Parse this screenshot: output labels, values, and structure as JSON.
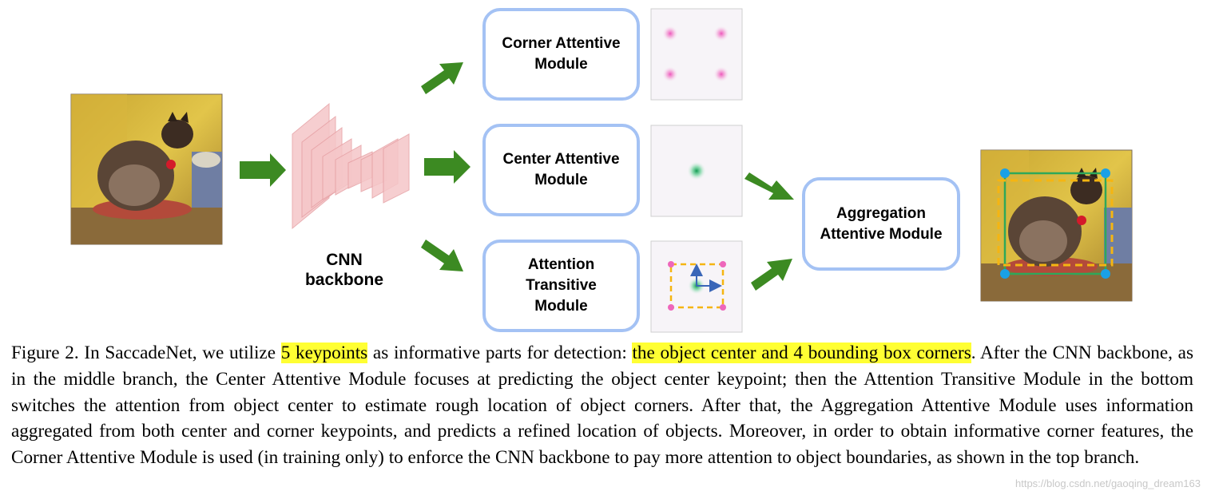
{
  "diagram": {
    "cnn_label": "CNN\nbackbone",
    "modules": {
      "corner": "Corner Attentive\nModule",
      "center": "Center Attentive\nModule",
      "transitive": "Attention\nTransitive\nModule",
      "aggregation": "Aggregation\nAttentive Module"
    },
    "colors": {
      "arrow": "#3c8a22",
      "box_border": "#a4c2f4",
      "corner_dot": "#ee66bb",
      "center_dot": "#16a858",
      "dashed_box": "#f5b512",
      "gt_box": "#2ea85a",
      "pred_corner": "#1aa0e6",
      "cnn_layer": "#f5c6c8"
    },
    "icons": [
      "input-cat-photo",
      "output-cat-photo"
    ]
  },
  "caption": {
    "prefix": "Figure 2. In SaccadeNet, we utilize ",
    "highlight1": "5 keypoints",
    "mid": " as informative parts for detection: ",
    "highlight2": "the object center and 4 bounding box corners",
    "suffix": ". After the CNN backbone, as in the middle branch, the Center Attentive Module focuses at predicting the object center keypoint; then the Attention Transitive Module in the bottom switches the attention from object center to estimate rough location of object corners.  After that, the Aggregation Attentive Module uses information aggregated from both center and corner keypoints, and predicts a refined location of objects.  Moreover, in order to obtain informative corner features, the Corner Attentive Module is used (in training only) to enforce the CNN backbone to pay more attention to object boundaries, as shown in the top branch."
  },
  "watermark": "https://blog.csdn.net/gaoqing_dream163"
}
